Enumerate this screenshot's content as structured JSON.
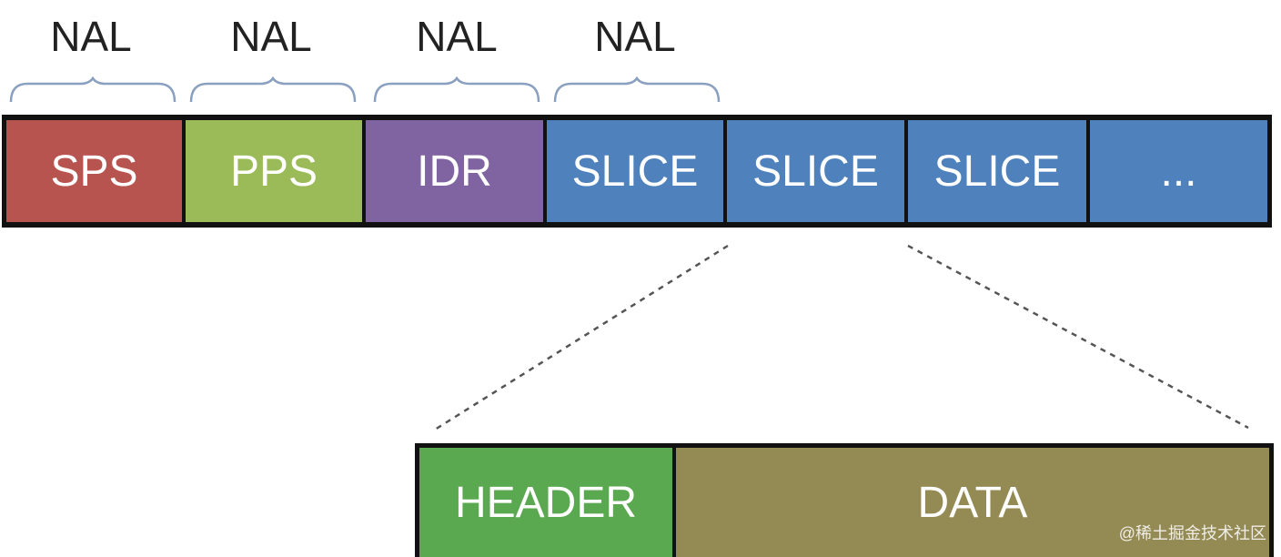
{
  "nal_labels": [
    "NAL",
    "NAL",
    "NAL",
    "NAL"
  ],
  "stream": {
    "segments": [
      {
        "label": "SPS",
        "color": "#b85450"
      },
      {
        "label": "PPS",
        "color": "#9bbb59"
      },
      {
        "label": "IDR",
        "color": "#8064a2"
      },
      {
        "label": "SLICE",
        "color": "#4f81bd"
      },
      {
        "label": "SLICE",
        "color": "#4f81bd"
      },
      {
        "label": "SLICE",
        "color": "#4f81bd"
      },
      {
        "label": "...",
        "color": "#4f81bd"
      }
    ]
  },
  "slice_detail": {
    "header": {
      "label": "HEADER",
      "color": "#5aa84f"
    },
    "data": {
      "label": "DATA",
      "color": "#948a54"
    }
  },
  "watermark": "@稀土掘金技术社区"
}
